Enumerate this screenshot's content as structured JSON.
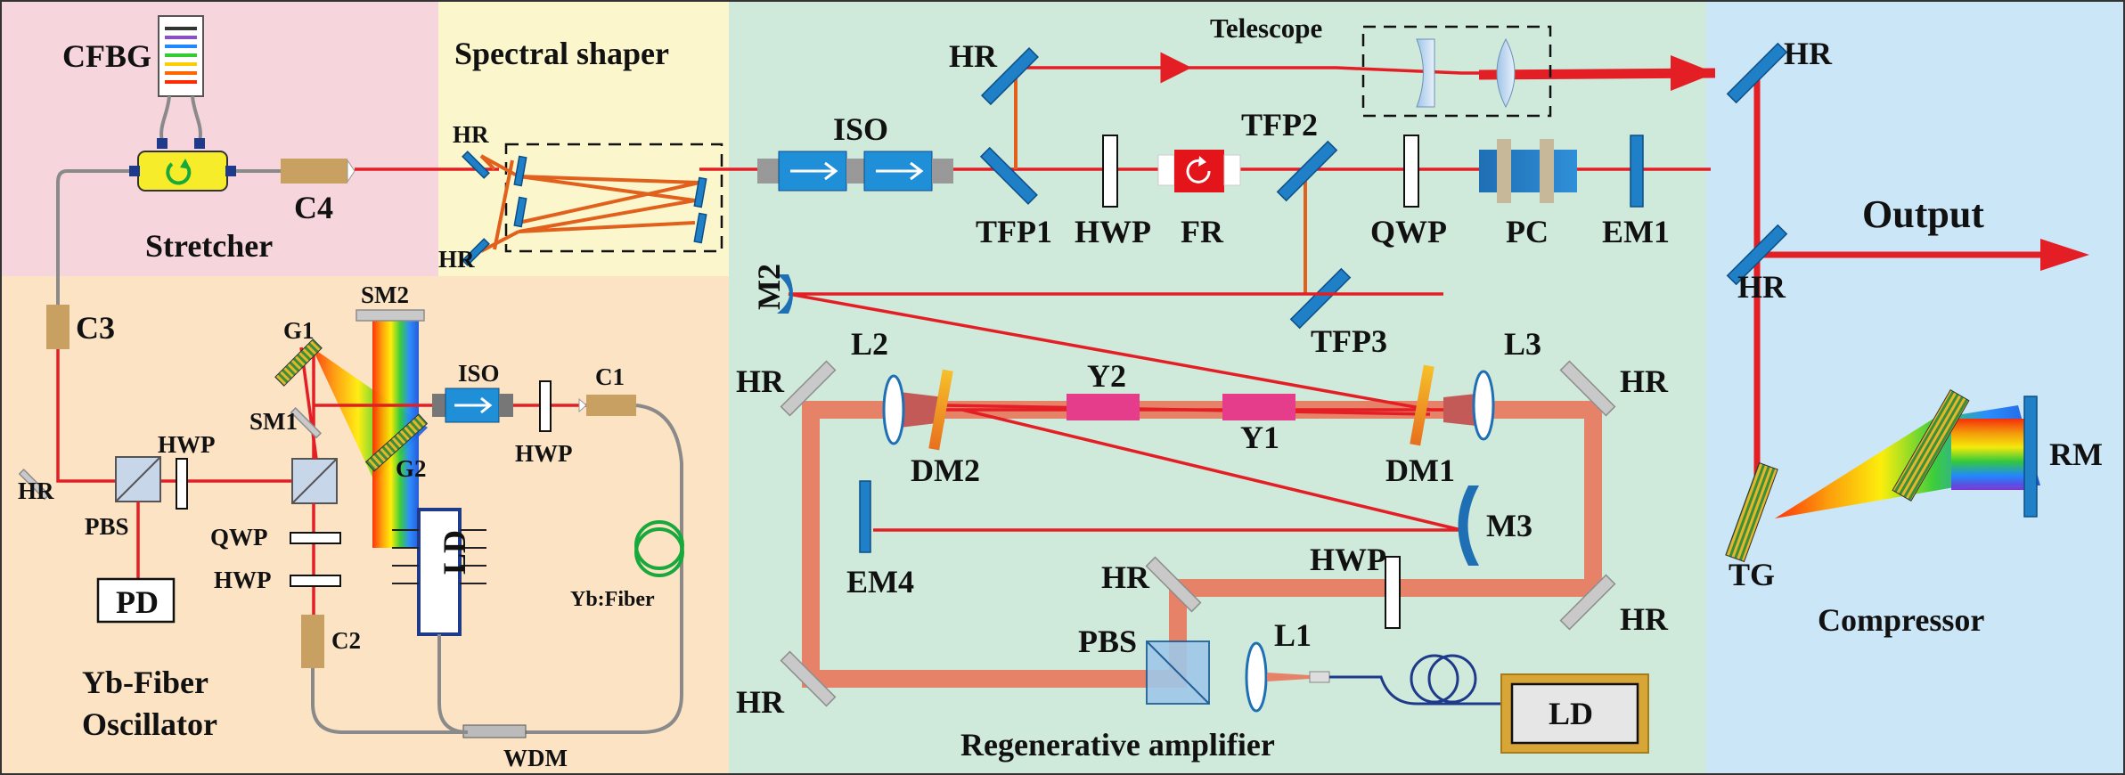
{
  "sections": {
    "stretcher": "Stretcher",
    "shaper": "Spectral shaper",
    "oscillator": [
      "Yb-Fiber",
      "Oscillator"
    ],
    "regen": "Regenerative amplifier",
    "compressor": "Compressor"
  },
  "colors": {
    "stretcher_bg": "#f6d5dc",
    "shaper_bg": "#fbf6cc",
    "oscillator_bg": "#fbe3c4",
    "regen_bg": "#cfe9da",
    "compressor_bg": "#cbe6f6",
    "laser": "#e31e24",
    "pump_beam": "#e58267",
    "fiber": "#8a8a8a",
    "mirror": "#1f7fc7"
  },
  "labels": {
    "cfbg": "CFBG",
    "c4": "C4",
    "c3": "C3",
    "hr": "HR",
    "iso": "ISO",
    "telescope": "Telescope",
    "tfp1": "TFP1",
    "tfp2": "TFP2",
    "tfp3": "TFP3",
    "hwp": "HWP",
    "qwp": "QWP",
    "fr": "FR",
    "pc": "PC",
    "em1": "EM1",
    "em4": "EM4",
    "m2": "M2",
    "m3": "M3",
    "l1": "L1",
    "l2": "L2",
    "l3": "L3",
    "dm1": "DM1",
    "dm2": "DM2",
    "y1": "Y1",
    "y2": "Y2",
    "pbs": "PBS",
    "ld": "LD",
    "output": "Output",
    "tg": "TG",
    "rm": "RM",
    "g1": "G1",
    "g2": "G2",
    "sm1": "SM1",
    "sm2": "SM2",
    "c1": "C1",
    "c2": "C2",
    "pd": "PD",
    "wdm": "WDM",
    "ybfiber": "Yb:Fiber"
  }
}
